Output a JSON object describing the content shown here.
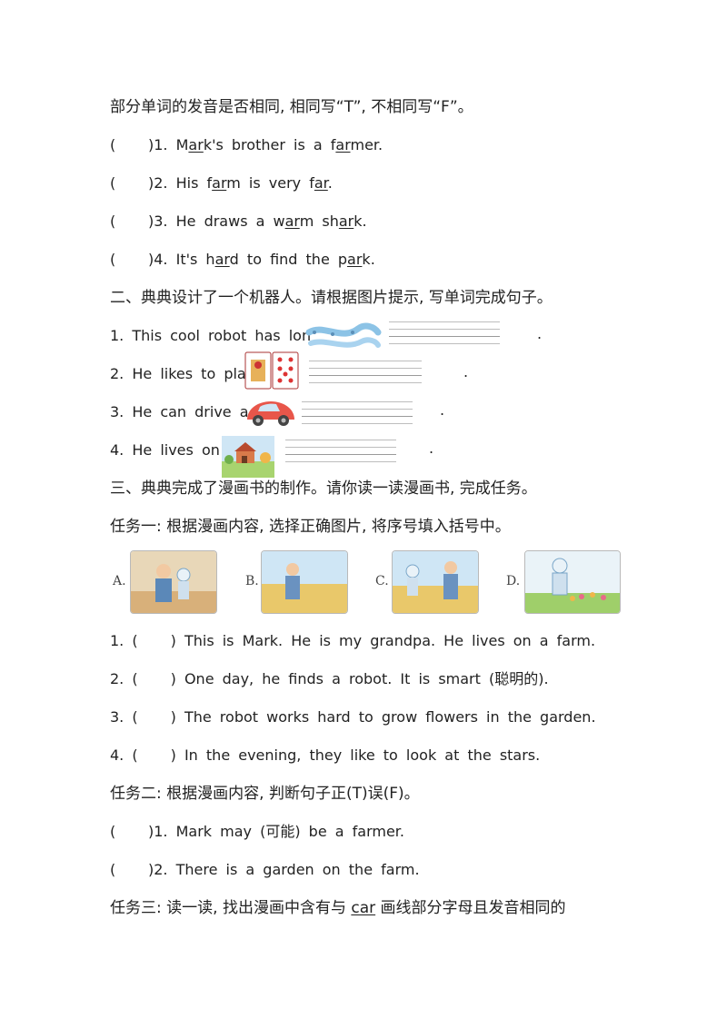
{
  "intro": {
    "text_a": "部分单词的发音是否相同, 相同写“T”, 不相同写“F”。"
  },
  "part1": {
    "items": [
      {
        "paren": "(",
        "num": ")1.",
        "pre": "M",
        "u1": "ar",
        "mid": "k's brother is a f",
        "u2": "ar",
        "post": "mer."
      },
      {
        "paren": "(",
        "num": ")2.",
        "pre": "His f",
        "u1": "ar",
        "mid": "m is very f",
        "u2": "ar",
        "post": "."
      },
      {
        "paren": "(",
        "num": ")3.",
        "pre": "He draws a w",
        "u1": "ar",
        "mid": "m sh",
        "u2": "ar",
        "post": "k."
      },
      {
        "paren": "(",
        "num": ")4.",
        "pre": "It's h",
        "u1": "ar",
        "mid": "d to find the p",
        "u2": "ar",
        "post": "k."
      }
    ]
  },
  "section2": {
    "heading": "二、典典设计了一个机器人。请根据图片提示, 写单词完成句子。",
    "items": [
      {
        "text": "1. This cool robot has lon",
        "icon": "long-arms-picture",
        "end": "."
      },
      {
        "text": "2. He likes to pla",
        "icon": "playing-cards-picture",
        "end": "."
      },
      {
        "text": "3. He can drive a",
        "icon": "red-car-picture",
        "end": "."
      },
      {
        "text": "4. He lives on",
        "icon": "farm-picture",
        "end": "."
      }
    ]
  },
  "section3": {
    "heading": "三、典典完成了漫画书的制作。请你读一读漫画书, 完成任务。",
    "task1": {
      "heading": "任务一: 根据漫画内容, 选择正确图片, 将序号填入括号中。",
      "panels": [
        {
          "label": "A.",
          "icon": "grandpa-and-robot-picture"
        },
        {
          "label": "B.",
          "icon": "grandpa-in-field-picture"
        },
        {
          "label": "C.",
          "icon": "robot-meets-grandpa-picture"
        },
        {
          "label": "D.",
          "icon": "robot-in-garden-picture"
        }
      ],
      "items": [
        {
          "num": "1.",
          "paren": "(",
          "close": ")",
          "text": "This is Mark. He is my grandpa. He lives on a farm."
        },
        {
          "num": "2.",
          "paren": "(",
          "close": ")",
          "text": "One day, he finds a robot. It is smart (聪明的)."
        },
        {
          "num": "3.",
          "paren": "(",
          "close": ")",
          "text": "The robot works hard to grow flowers in the garden."
        },
        {
          "num": "4.",
          "paren": "(",
          "close": ")",
          "text": "In the evening, they like to look at the stars."
        }
      ]
    },
    "task2": {
      "heading": "任务二: 根据漫画内容, 判断句子正(T)误(F)。",
      "items": [
        {
          "paren": "(",
          "num": ")1.",
          "text": "Mark may (可能) be a farmer."
        },
        {
          "paren": "(",
          "num": ")2.",
          "text": "There is a garden on the farm."
        }
      ]
    },
    "task3": {
      "heading_pre": "任务三: 读一读, 找出漫画中含有与",
      "word": "car",
      "heading_post": "画线部分字母且发音相同的"
    }
  },
  "colors": {
    "text": "#222222",
    "line": "#bdbdbd",
    "accent_sky": "#cfe6f5",
    "car_red": "#e8564a"
  }
}
